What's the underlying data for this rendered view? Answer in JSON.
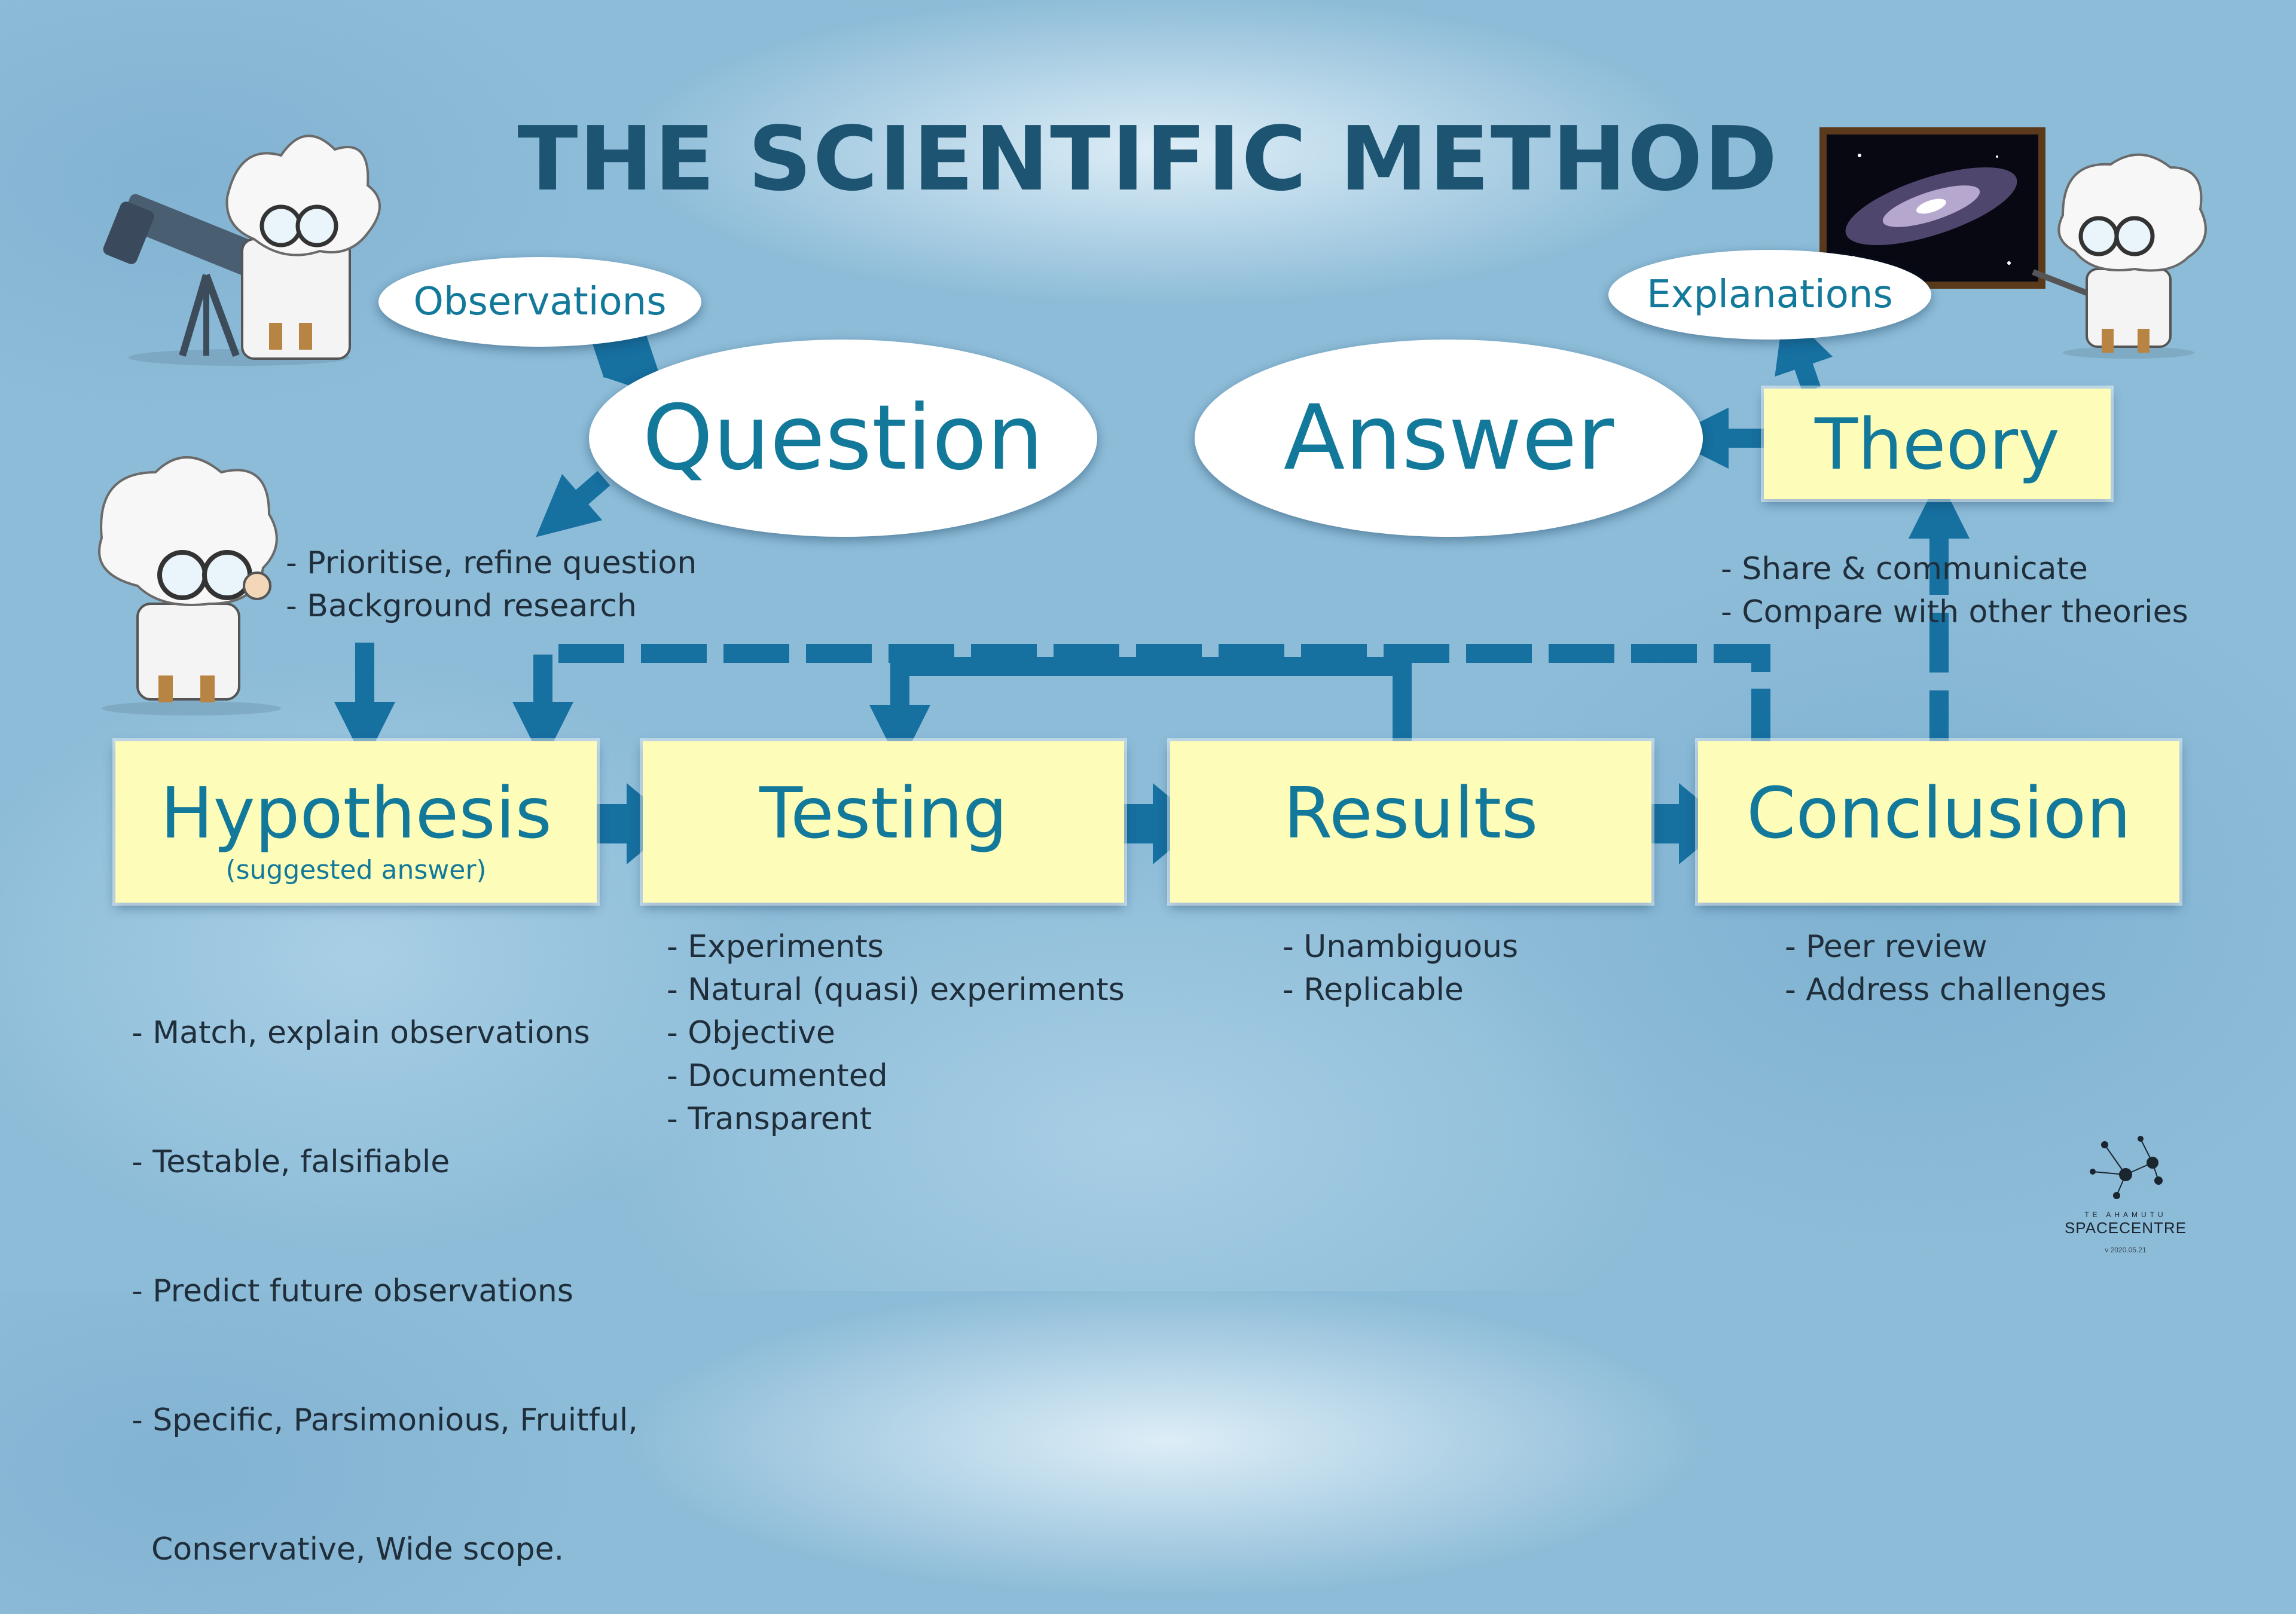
{
  "title": "THE SCIENTIFIC METHOD",
  "nodes": {
    "observations": "Observations",
    "question": "Question",
    "answer": "Answer",
    "explanations": "Explanations",
    "theory": "Theory",
    "hypothesis": "Hypothesis",
    "hypothesis_sub": "(suggested answer)",
    "testing": "Testing",
    "results": "Results",
    "conclusion": "Conclusion"
  },
  "notes": {
    "question": [
      "- Prioritise, refine question",
      "- Background research"
    ],
    "theory": [
      "- Share & communicate",
      "- Compare with other theories"
    ],
    "hypothesis": [
      "- Match, explain observations",
      "- Testable, falsifiable",
      "- Predict future observations",
      "- Specific, Parsimonious, Fruitful,",
      "  Conservative, Wide scope."
    ],
    "testing": [
      "- Experiments",
      "- Natural (quasi) experiments",
      "- Objective",
      "- Documented",
      "- Transparent"
    ],
    "results": [
      "- Unambiguous",
      "- Replicable"
    ],
    "conclusion": [
      "- Peer review",
      "- Address challenges"
    ]
  },
  "logo": {
    "top": "TE AHAMUTU",
    "main": "SPACECENTRE",
    "version": "v 2020.05.21"
  },
  "colors": {
    "arrow": "#1670a0",
    "box_fill": "#fdfcb8",
    "node_text": "#13799a",
    "title": "#1d5472"
  }
}
